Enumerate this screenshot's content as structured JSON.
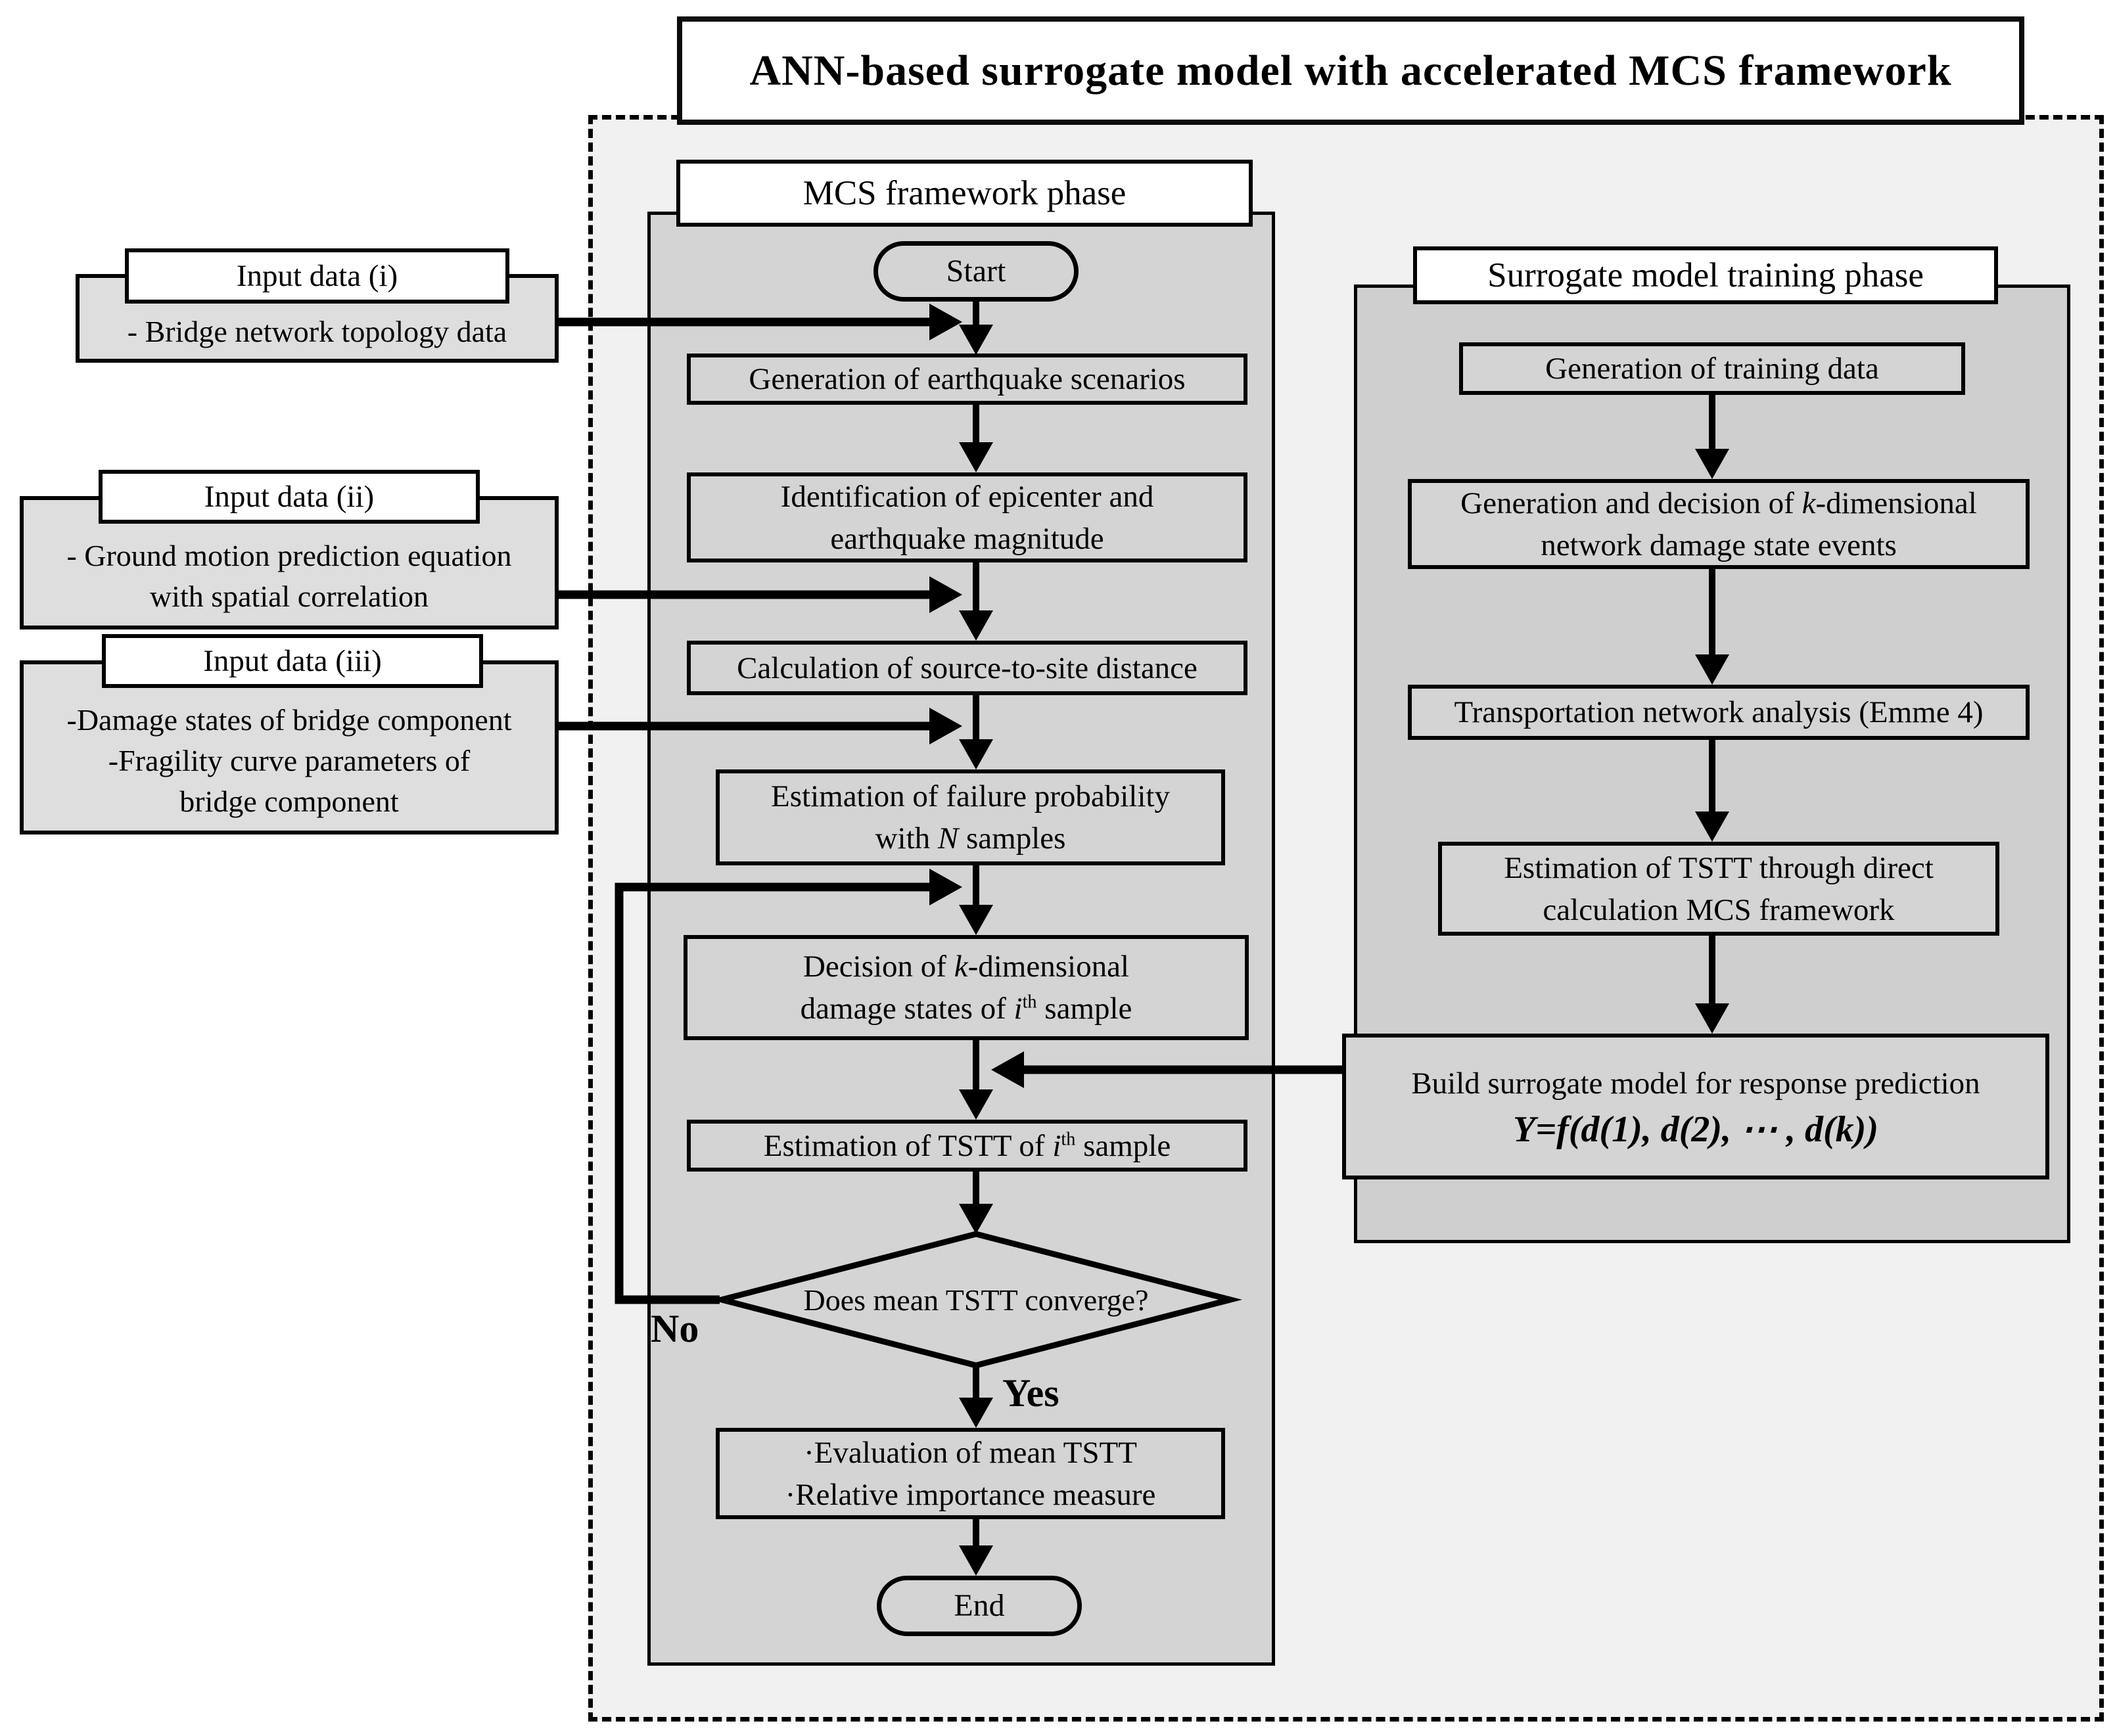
{
  "colors": {
    "page_fill": "#f1f1f1",
    "panel_fill": "#d4d4d4",
    "panel_fill_right": "#cfcfcf",
    "input_fill": "#dedede",
    "box_fill": "#d4d4d4",
    "line": "#000000"
  },
  "title": "ANN-based surrogate model with accelerated MCS framework",
  "inputs": [
    {
      "label": "Input data (i)",
      "lines": [
        "- Bridge network topology data"
      ]
    },
    {
      "label": "Input data (ii)",
      "lines": [
        "- Ground motion prediction equation",
        "with spatial correlation"
      ]
    },
    {
      "label": "Input data (iii)",
      "lines": [
        "-Damage states of bridge component",
        "-Fragility curve parameters of",
        "bridge component"
      ]
    }
  ],
  "mcs": {
    "label": "MCS framework phase",
    "start": "Start",
    "steps": [
      {
        "lines": [
          "Generation of earthquake scenarios"
        ]
      },
      {
        "lines": [
          "Identification of epicenter and",
          "earthquake magnitude"
        ]
      },
      {
        "lines": [
          "Calculation of source-to-site distance"
        ]
      },
      {
        "lines": [
          "Estimation of failure probability",
          [
            "with ",
            {
              "t": "N",
              "i": 1
            },
            " samples"
          ]
        ]
      },
      {
        "lines": [
          [
            "Decision of ",
            {
              "t": "k",
              "i": 1
            },
            "-dimensional"
          ],
          [
            "damage states of ",
            {
              "t": "i",
              "i": 1
            },
            {
              "t": "th",
              "sup": 1
            },
            " sample"
          ]
        ]
      },
      {
        "lines": [
          [
            "Estimation of TSTT of ",
            {
              "t": "i",
              "i": 1
            },
            {
              "t": "th",
              "sup": 1
            },
            " sample"
          ]
        ]
      }
    ],
    "decision": "Does mean TSTT converge?",
    "no_label": "No",
    "yes_label": "Yes",
    "result": {
      "lines": [
        "·Evaluation of mean TSTT",
        "·Relative importance measure"
      ]
    },
    "end": "End"
  },
  "training": {
    "label": "Surrogate model training phase",
    "steps": [
      {
        "lines": [
          "Generation of training data"
        ]
      },
      {
        "lines": [
          [
            "Generation and decision of ",
            {
              "t": "k",
              "i": 1
            },
            "-dimensional"
          ],
          "network damage state events"
        ]
      },
      {
        "lines": [
          "Transportation network analysis (Emme 4)"
        ]
      },
      {
        "lines": [
          "Estimation of TSTT through direct",
          "calculation MCS framework"
        ]
      },
      {
        "lines": [
          "Build surrogate model for response prediction",
          [
            {
              "t": "Y=f(d(1), d(2), ⋯ , d(k))",
              "b": 1,
              "i": 1
            }
          ]
        ]
      }
    ]
  }
}
